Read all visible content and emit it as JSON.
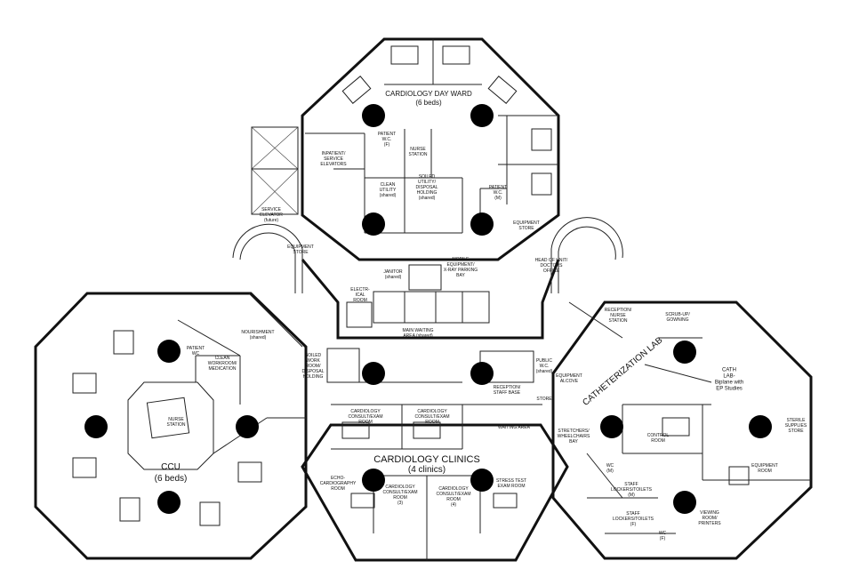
{
  "title": "",
  "wings": {
    "day_ward": {
      "name": "CARDIOLOGY DAY WARD",
      "detail": "(6 beds)"
    },
    "ccu": {
      "name": "CCU",
      "detail": "(6 beds)"
    },
    "clinics": {
      "name": "CARDIOLOGY CLINICS",
      "detail": "(4 clinics)"
    },
    "cath_lab": {
      "name": "CATHETERIZATION LAB"
    }
  },
  "rooms": {
    "patient_wc_f": [
      "PATIENT",
      "W.C.",
      "(F)"
    ],
    "nurse_station_day": [
      "NURSE",
      "STATION"
    ],
    "inpatient_elevators": [
      "INPATIENT/",
      "SERVICE",
      "ELEVATORS"
    ],
    "clean_utility": [
      "CLEAN",
      "UTILITY",
      "(shared)"
    ],
    "soiled_utility": [
      "SOILED",
      "UTILITY/",
      "DISPOSAL",
      "HOLDING",
      "(shared)"
    ],
    "patient_wc_m": [
      "PATIENT",
      "W.C.",
      "(M)"
    ],
    "equipment_store_day": [
      "EQUIPMENT",
      "STORE"
    ],
    "service_elevator": [
      "SERVICE",
      "ELEVATOR",
      "(future)"
    ],
    "equipment_store_left": [
      "EQUIPMENT",
      "STORE"
    ],
    "head_of_unit": [
      "HEAD OF UNIT/",
      "DOCTORS",
      "OFFICE"
    ],
    "janitor": [
      "JANITOR",
      "(shared)"
    ],
    "mobile_equipment": [
      "MOBILE",
      "EQUIPMENT/",
      "X-RAY PARKING",
      "BAY"
    ],
    "electrical_room": [
      "ELECTR-",
      "ICAL",
      "ROOM"
    ],
    "nourishment": [
      "NOURISHMENT",
      "(shared)"
    ],
    "main_waiting": [
      "MAIN WAITING",
      "AREA (shared)"
    ],
    "reception_ccu": [
      "RECEPTION/",
      "NURSE",
      "STATION"
    ],
    "patient_wc_ccu": [
      "PATIENT",
      "WC"
    ],
    "clean_workroom": [
      "CLEAN",
      "WORKROOM/",
      "MEDICATION"
    ],
    "soiled_work_room": [
      "SOILED",
      "WORK",
      "ROOM/",
      "DISPOSAL",
      "HOLDING"
    ],
    "public_wc": [
      "PUBLIC",
      "W.C.",
      "(shared)"
    ],
    "equipment_alcove": [
      "EQUIPMENT",
      "ALCOVE"
    ],
    "reception_staff_base": [
      "RECEPTION/",
      "STAFF BASE"
    ],
    "store": [
      "STORE"
    ],
    "consult_exam_1": [
      "CARDIOLOGY",
      "CONSULT/EXAM",
      "ROOM"
    ],
    "consult_exam_2": [
      "CARDIOLOGY",
      "CONSULT/EXAM",
      "ROOM"
    ],
    "waiting_area": [
      "WAITING AREA"
    ],
    "stretchers": [
      "STRETCHERS/",
      "WHEELCHAIRS",
      "BAY"
    ],
    "nurse_station_ccu": [
      "NURSE",
      "STATION"
    ],
    "echo": [
      "ECHO-",
      "CARDIOGRAPHY",
      "ROOM"
    ],
    "consult_exam_3": [
      "CARDIOLOGY",
      "CONSULT/EXAM",
      "ROOM",
      "(3)"
    ],
    "consult_exam_4": [
      "CARDIOLOGY",
      "CONSULT/EXAM",
      "ROOM",
      "(4)"
    ],
    "stress_test": [
      "STRESS TEST",
      "EXAM ROOM"
    ],
    "scrub_up": [
      "SCRUB-UP/",
      "GOWNING"
    ],
    "cath_lab_room": [
      "CATH",
      "LAB-",
      "Biplane with",
      "EP Studies"
    ],
    "control_room": [
      "CONTROL",
      "ROOM"
    ],
    "sterile_supplies": [
      "STERILE",
      "SUPPLIES",
      "STORE"
    ],
    "equipment_room": [
      "EQUIPMENT",
      "ROOM"
    ],
    "wc_m": [
      "WC",
      "(M)"
    ],
    "staff_lockers_m": [
      "STAFF",
      "LOCKERS/TOILETS",
      "(M)"
    ],
    "staff_lockers_f": [
      "STAFF",
      "LOCKERS/TOILETS",
      "(F)"
    ],
    "viewing_room": [
      "VIEWING",
      "ROOM/",
      "PRINTERS"
    ],
    "wc_f": [
      "WC",
      "(F)"
    ]
  },
  "colors": {
    "line": "#111111",
    "column": "#000000",
    "background": "#ffffff"
  }
}
